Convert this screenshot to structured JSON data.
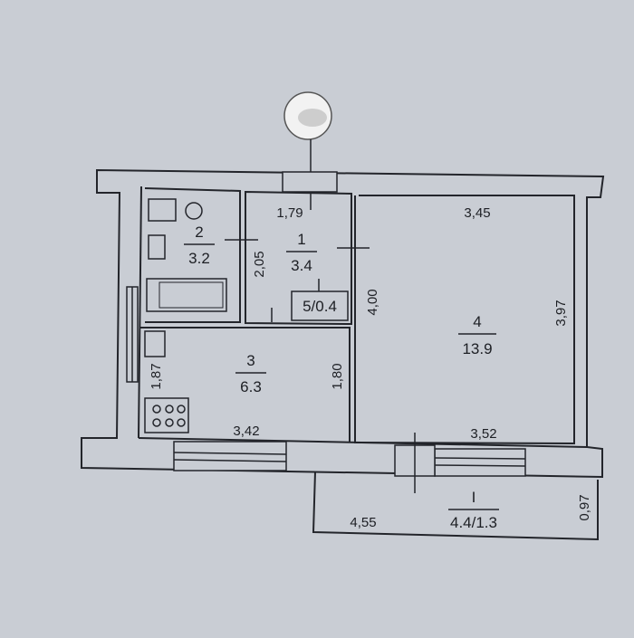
{
  "rooms": [
    {
      "number": "1",
      "area": "3.4"
    },
    {
      "number": "2",
      "area": "3.2"
    },
    {
      "number": "3",
      "area": "6.3"
    },
    {
      "number": "4",
      "area": "13.9"
    },
    {
      "number": "5",
      "area": "0.4"
    },
    {
      "number": "I",
      "area": "4.4/1.3"
    }
  ],
  "room5_label": "5/0.4",
  "dims": {
    "d179": "1,79",
    "d345": "3,45",
    "d205": "2,05",
    "d400": "4,00",
    "d397": "3,97",
    "d187": "1,87",
    "d180": "1,80",
    "d342": "3,42",
    "d352": "3,52",
    "d455": "4,55",
    "d097": "0,97"
  },
  "colors": {
    "background": "#c9cdd4",
    "ink": "#23252b",
    "blur": "#f2f2f2"
  }
}
